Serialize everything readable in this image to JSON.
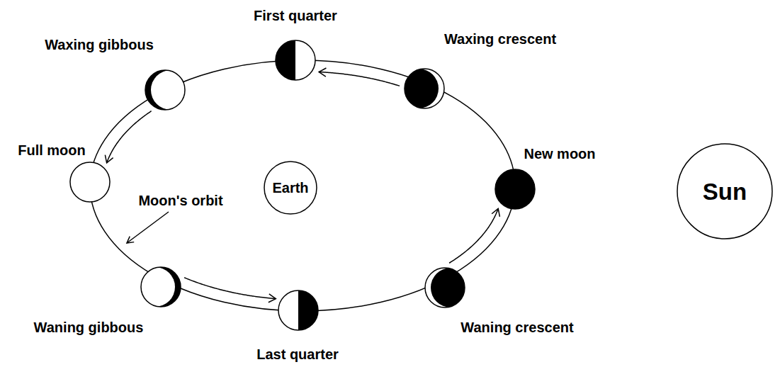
{
  "diagram": {
    "nodes": [
      {
        "text": [
          "First quarter"
        ]
      },
      {
        "text": [
          "Waxing gibbous"
        ]
      },
      {
        "text": [
          "Waxing crescent"
        ]
      },
      {
        "text": [
          "Full moon"
        ]
      },
      {
        "text": [
          "Earth"
        ]
      },
      {
        "text": [
          "New moon"
        ]
      },
      {
        "text": [
          "Sun"
        ]
      },
      {
        "text": [
          "Waning gibbous"
        ]
      },
      {
        "text": [
          "Waning crescent"
        ]
      },
      {
        "text": [
          "Last quarter"
        ]
      }
    ],
    "edges": [
      {
        "from": 2,
        "to": 0,
        "arrow": "to"
      },
      {
        "from": 1,
        "to": 3,
        "arrow": "to"
      },
      {
        "from": 7,
        "to": 9,
        "arrow": "to"
      },
      {
        "from": 8,
        "to": 5,
        "arrow": "to"
      }
    ],
    "labels": [
      "Moon's orbit"
    ]
  }
}
